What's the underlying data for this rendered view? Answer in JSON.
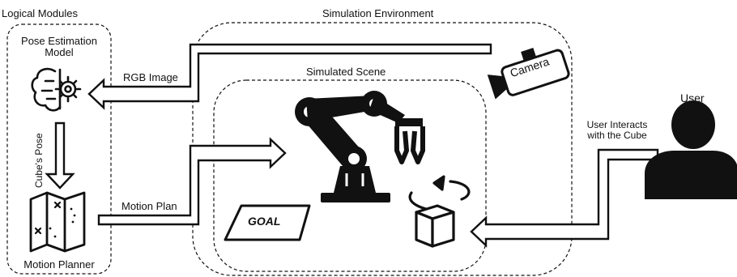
{
  "labels": {
    "logical_modules": "Logical Modules",
    "pose_model_line1": "Pose Estimation",
    "pose_model_line2": "Model",
    "motion_planner": "Motion Planner",
    "simulation_environment": "Simulation Environment",
    "simulated_scene": "Simulated Scene",
    "rgb_image": "RGB Image",
    "cubes_pose": "Cube's Pose",
    "motion_plan": "Motion Plan",
    "camera": "Camera",
    "goal": "GOAL",
    "user": "User",
    "user_interacts_line1": "User Interacts",
    "user_interacts_line2": "with the Cube"
  },
  "colors": {
    "stroke": "#111111",
    "background": "#ffffff"
  },
  "icons": [
    "brain-gear-icon",
    "map-icon",
    "robot-arm-icon",
    "camera-icon",
    "rotating-cube-icon",
    "user-icon"
  ]
}
